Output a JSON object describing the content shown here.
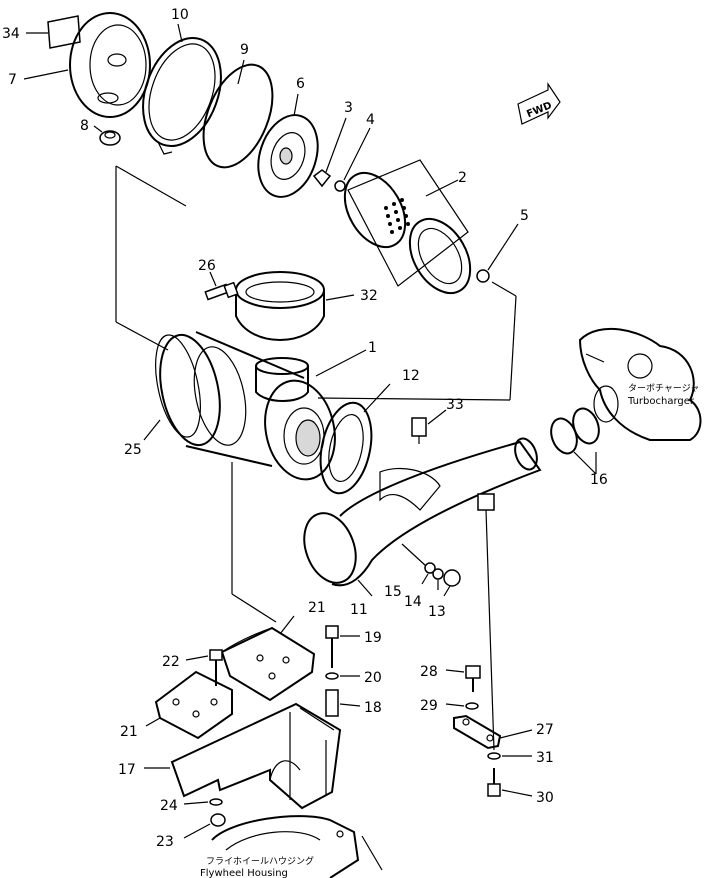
{
  "labels": {
    "p1": "1",
    "p2": "2",
    "p3": "3",
    "p4": "4",
    "p5": "5",
    "p6": "6",
    "p7": "7",
    "p8": "8",
    "p9": "9",
    "p10": "10",
    "p11": "11",
    "p12": "12",
    "p13": "13",
    "p14": "14",
    "p15": "15",
    "p16": "16",
    "p17": "17",
    "p18": "18",
    "p19": "19",
    "p20": "20",
    "p21a": "21",
    "p21b": "21",
    "p22": "22",
    "p23": "23",
    "p24": "24",
    "p25": "25",
    "p26": "26",
    "p27": "27",
    "p28": "28",
    "p29": "29",
    "p30": "30",
    "p31": "31",
    "p32": "32",
    "p33": "33",
    "p34": "34"
  },
  "annotations": {
    "fwd": "FWD",
    "turbocharger_jp": "ターボチャージャ",
    "turbocharger_en": "Turbocharger",
    "flywheel_jp": "フライホイールハウジング",
    "flywheel_en": "Flywheel  Housing"
  }
}
